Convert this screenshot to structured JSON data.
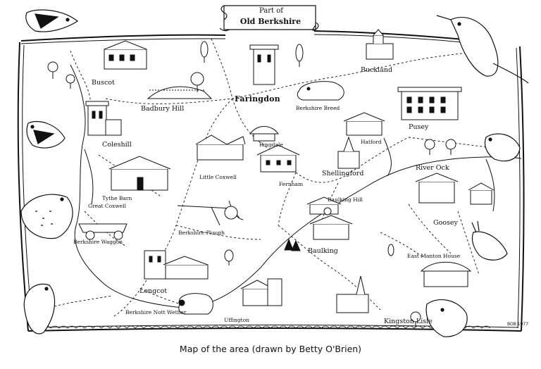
{
  "title": {
    "line1": "Part of",
    "line2": "Old Berkshire"
  },
  "caption": "Map of the area (drawn by Betty O'Brien)",
  "signature": "BOB 1977",
  "places": {
    "buscot": "Buscot",
    "badbury_hill": "Badbury Hill",
    "faringdon": "Faringdon",
    "berkshire_breed": "Berkshire Breed",
    "buckland": "Buckland",
    "pusey": "Pusey",
    "coleshill": "Coleshill",
    "ringdale": "Ringdale",
    "hatford": "Hatford",
    "shellingford": "Shellingford",
    "little_coxwell": "Little Coxwell",
    "fernham": "Fernham",
    "river_ock": "River Ock",
    "tythe_barn": "Tythe Barn",
    "great_coxwell": "Great Coxwell",
    "baulking_hill": "Baulking Hill",
    "goosey": "Goosey",
    "berkshire_plough": "Berkshire Plough",
    "berkshire_waggon": "Berkshire Waggon",
    "baulking": "Baulking",
    "east_manton_house": "East Manton House",
    "longcot": "Longcot",
    "berkshire_nott_wether": "Berkshire Nott Wether",
    "uffington": "Uffington",
    "kingston_lisle": "Kingston Lisle"
  }
}
